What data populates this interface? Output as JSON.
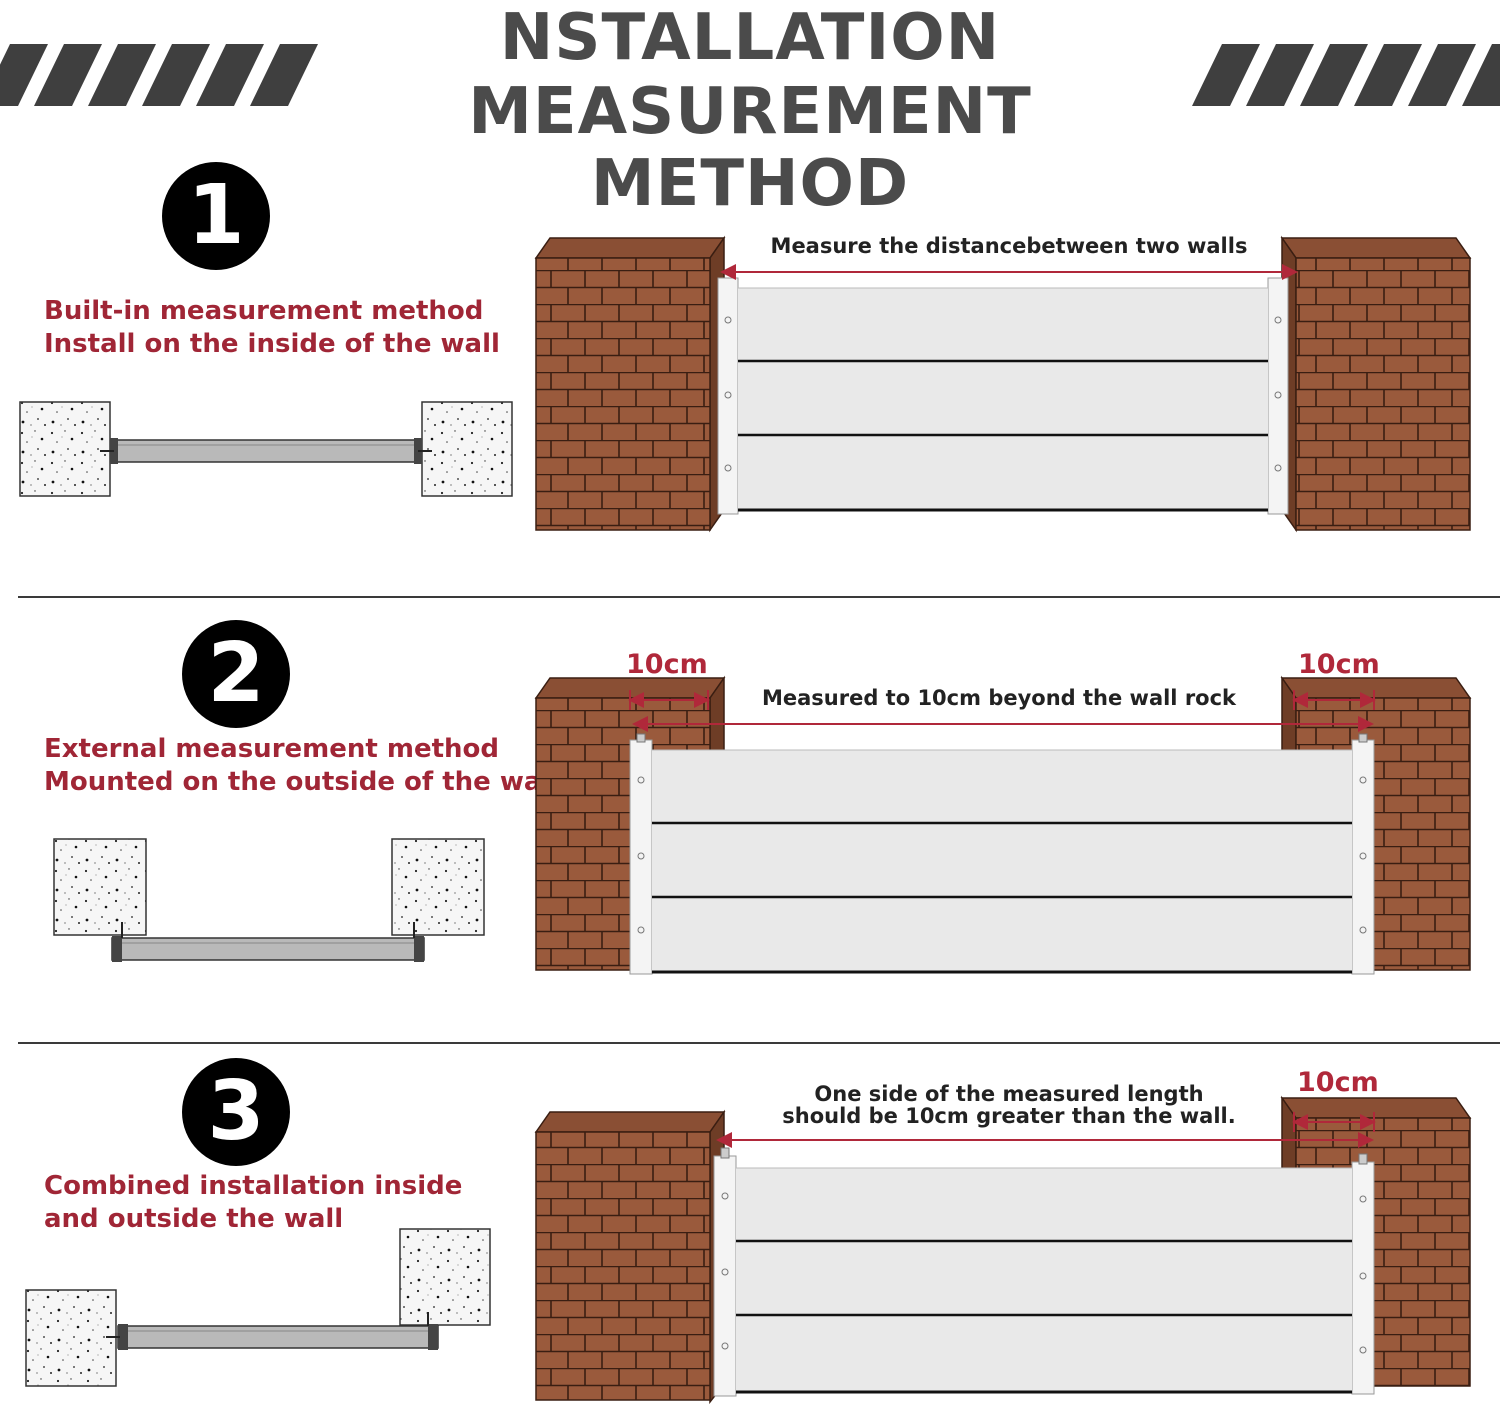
{
  "header": {
    "title_line1": "NSTALLATION",
    "title_line2": "MEASUREMENT METHOD"
  },
  "colors": {
    "brick": "#9a5a3c",
    "mortar": "#3a1e12",
    "accent_red": "#a02636",
    "title_gray": "#4b4b4b",
    "panel": "#e9e9e9"
  },
  "methods": [
    {
      "number": "1",
      "description_line1": "Built-in measurement method",
      "description_line2": "Install on the inside of the wall",
      "measure_label": "Measure the distancebetween two walls"
    },
    {
      "number": "2",
      "description_line1": "External measurement method",
      "description_line2": "Mounted on the outside of the wall",
      "measure_label": "Measured to 10cm beyond the wall rock",
      "dim_left": "10cm",
      "dim_right": "10cm"
    },
    {
      "number": "3",
      "description_line1": "Combined installation inside",
      "description_line2": "and outside the wall",
      "measure_label_line1": "One side of the measured length",
      "measure_label_line2": "should be 10cm greater than the wall.",
      "dim_right": "10cm"
    }
  ]
}
